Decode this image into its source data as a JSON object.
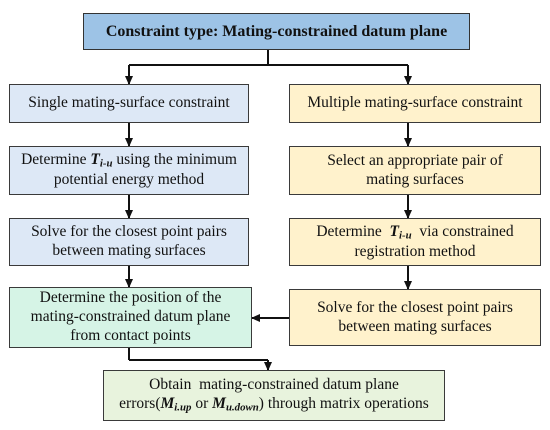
{
  "title": "Constraint type:  Mating-constrained datum plane",
  "left": {
    "header": "Single mating-surface constraint",
    "step1": {
      "prefix": "Determine ",
      "symbol": "T",
      "symbol_sub": "i-u",
      "suffix": " using the minimum",
      "line2": "potential energy method"
    },
    "step2": "Solve for the closest point pairs between mating surfaces",
    "step3": "Determine the position of the mating-constrained datum plane from contact points"
  },
  "right": {
    "header": "Multiple mating-surface constraint",
    "step1": "Select an appropriate pair of mating surfaces",
    "step2": {
      "prefix": "Determine  ",
      "symbol": "T",
      "symbol_sub": "i-u",
      "suffix": "  via constrained",
      "line2": "registration method"
    },
    "step3": "Solve for the closest point pairs between mating surfaces"
  },
  "final": {
    "line1": "Obtain  mating-constrained datum plane",
    "prefix": "errors(",
    "sym1": "M",
    "sym1_sub": "i.up",
    "middle": " or ",
    "sym2": "M",
    "sym2_sub": "u.down",
    "suffix": ") through matrix operations"
  },
  "colors": {
    "title": "#9dc3e6",
    "left": "#dde8f6",
    "right": "#fff2cc",
    "contact": "#d6f4e6",
    "final": "#e8f3dd"
  }
}
